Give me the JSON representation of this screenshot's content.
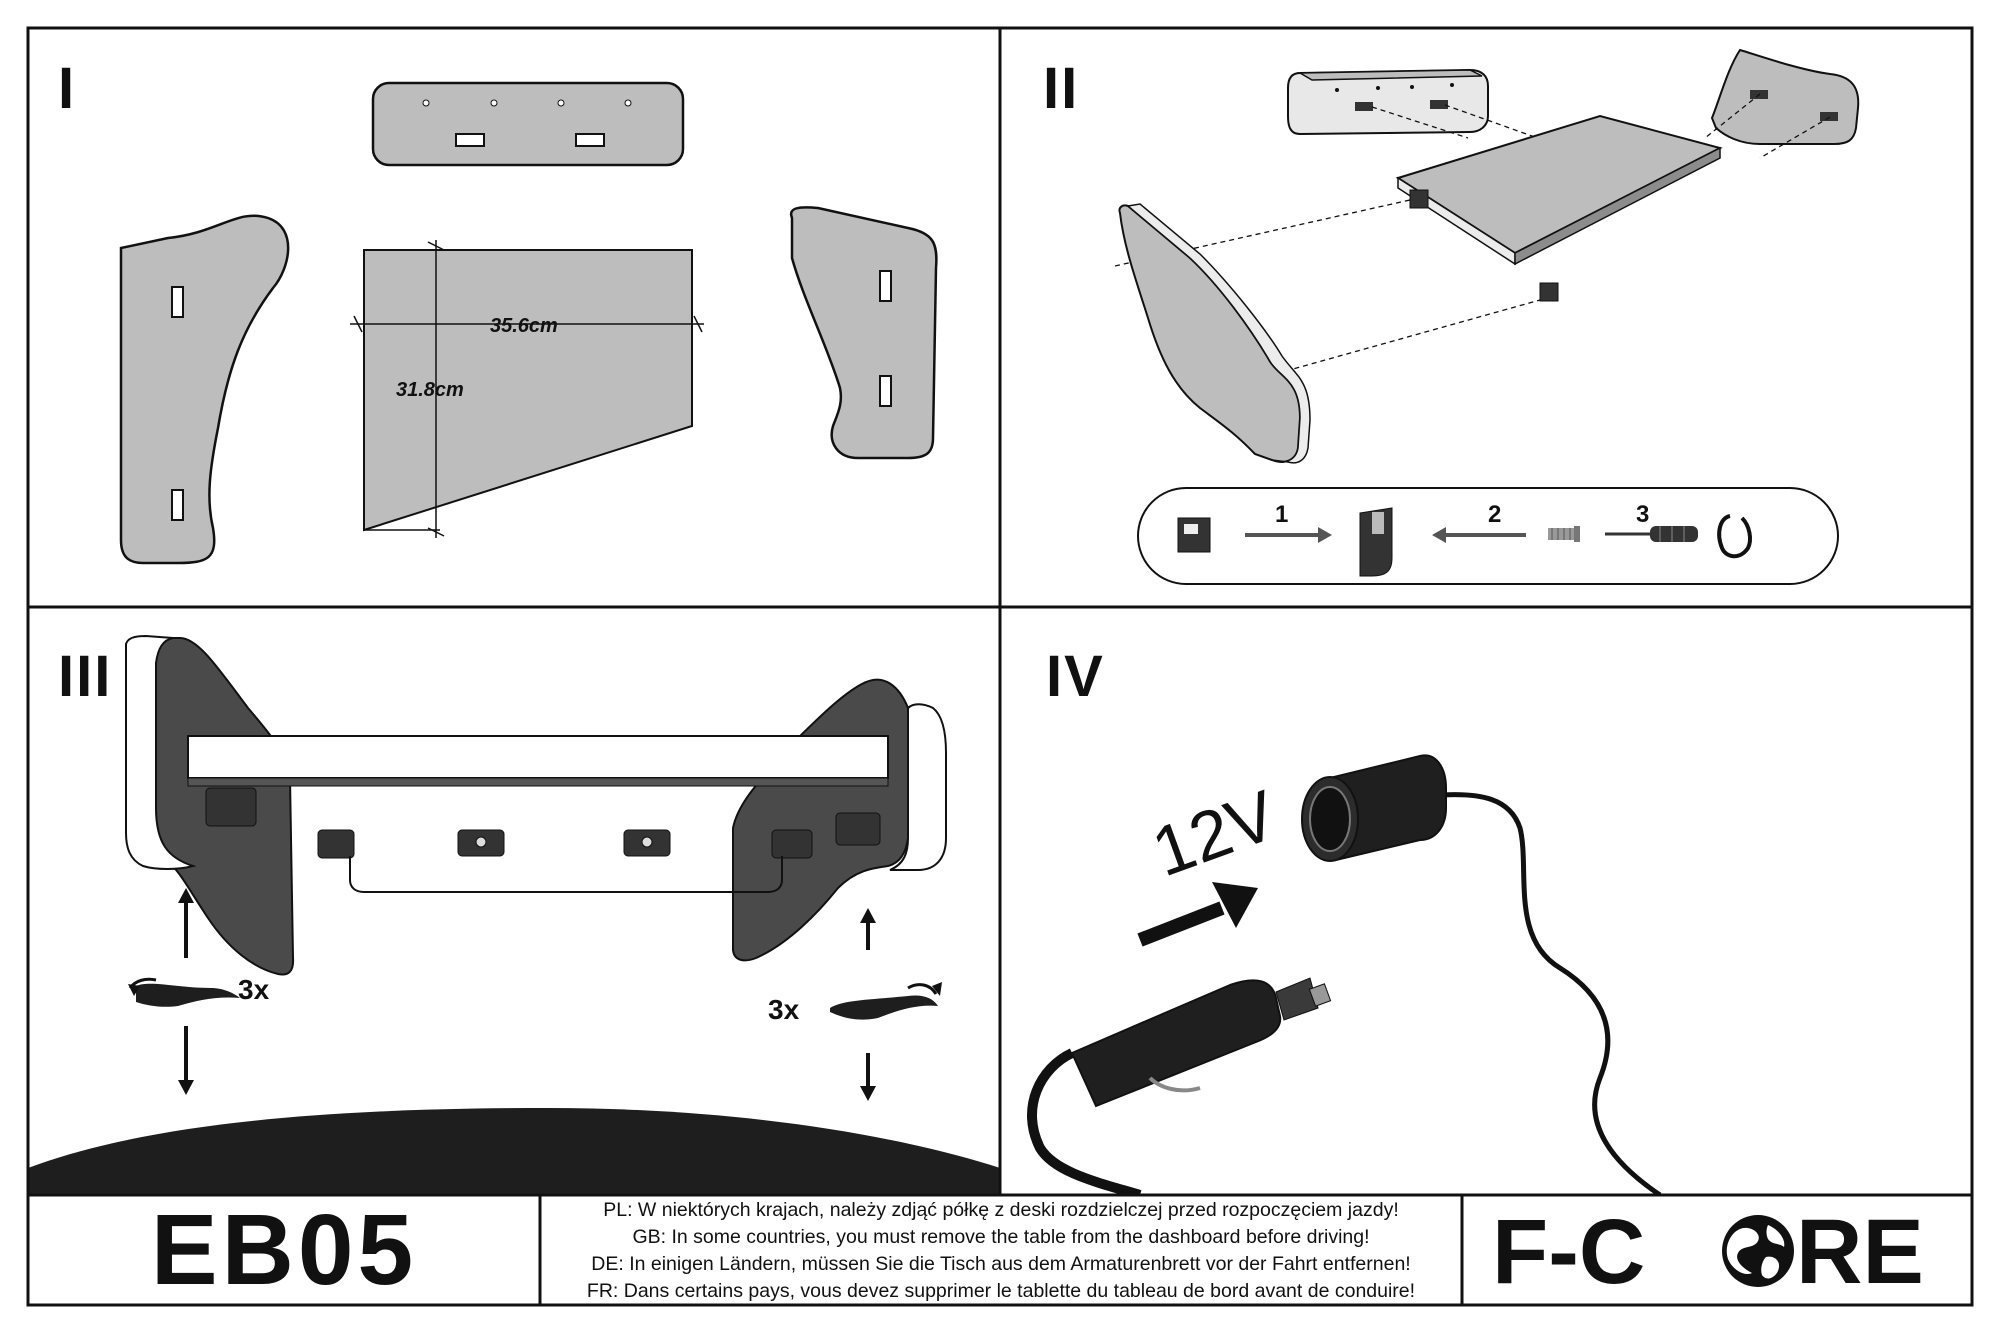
{
  "panels": [
    {
      "id": "I",
      "label": "I"
    },
    {
      "id": "II",
      "label": "II"
    },
    {
      "id": "III",
      "label": "III"
    },
    {
      "id": "IV",
      "label": "IV"
    }
  ],
  "panel_1": {
    "width_label": "35.6cm",
    "depth_label": "31.8cm"
  },
  "panel_2": {
    "steps": [
      "1",
      "2",
      "3"
    ]
  },
  "panel_3": {
    "left_multiplier": "3x",
    "right_multiplier": "3x"
  },
  "panel_4": {
    "voltage_label": "12V"
  },
  "footer": {
    "model": "EB05",
    "notes": [
      "PL: W niektórych krajach, należy zdjąć półkę z deski rozdzielczej przed rozpoczęciem jazdy!",
      "GB: In some countries, you must remove the table from the dashboard before driving!",
      "DE: In einigen Ländern, müssen Sie die Tisch aus dem Armaturenbrett vor der Fahrt entfernen!",
      "FR: Dans certains pays, vous devez supprimer le tablette du tableau de bord avant de conduire!"
    ],
    "brand_prefix": "F-C",
    "brand_suffix": "RE"
  },
  "colors": {
    "part_fill": "#bdbdbd",
    "dark_part": "#4a4a4a",
    "line": "#111111"
  }
}
